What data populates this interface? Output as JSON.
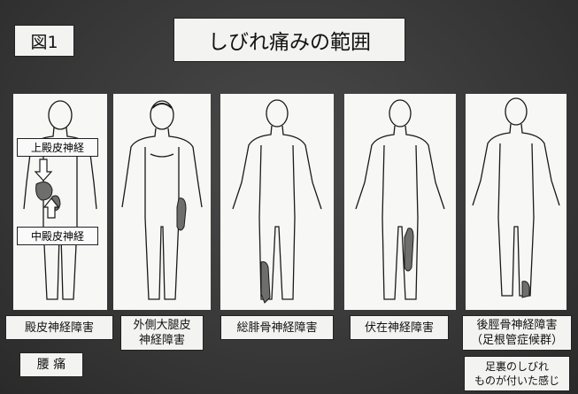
{
  "figure_label": "図1",
  "title": "しびれ痛みの範囲",
  "panels": [
    {
      "caption": "殿皮神経障害",
      "upper_nerve_label": "上殿皮神経",
      "middle_nerve_label": "中殿皮神経"
    },
    {
      "caption_line1": "外側大腿皮",
      "caption_line2": "神経障害"
    },
    {
      "caption": "総腓骨神経障害"
    },
    {
      "caption": "伏在神経障害"
    },
    {
      "caption_line1": "後脛骨神経障害",
      "caption_line2": "（足根管症候群）"
    }
  ],
  "bottom_left_label": "腰 痛",
  "bottom_right_note_line1": "足裏のしびれ",
  "bottom_right_note_line2": "ものが付いた感じ",
  "colors": {
    "shade": "#6e6e6e",
    "outline": "#1a1a1a"
  }
}
